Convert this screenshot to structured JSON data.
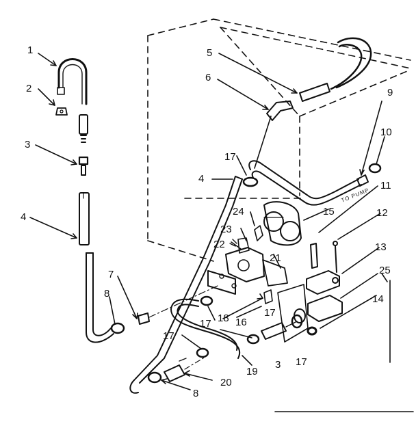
{
  "diagram": {
    "callouts": [
      "1",
      "2",
      "3",
      "4",
      "4",
      "5",
      "6",
      "7",
      "8",
      "8",
      "9",
      "10",
      "11",
      "12",
      "13",
      "14",
      "15",
      "16",
      "17",
      "17",
      "17",
      "17",
      "18",
      "19",
      "20",
      "21",
      "22",
      "23",
      "24",
      "25",
      "3",
      "17"
    ],
    "annotation": "TO PUMP"
  }
}
